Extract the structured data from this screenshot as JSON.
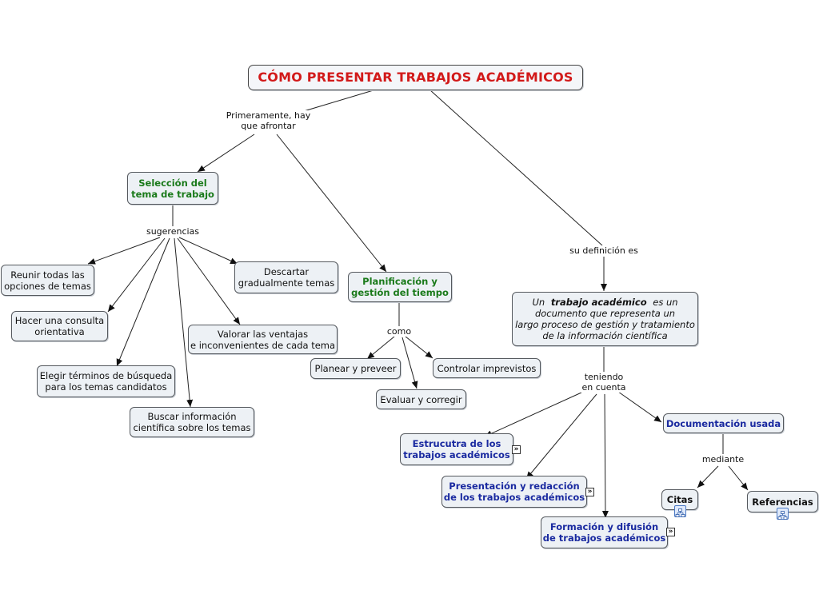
{
  "title": "CÓMO PRESENTAR TRABAJOS ACADÉMICOS",
  "phrases": {
    "primeramente": [
      "Primeramente, hay",
      "que afrontar"
    ],
    "sugerencias": "sugerencias",
    "como": "como",
    "definicion": "su definición es",
    "teniendo": [
      "teniendo",
      "en cuenta"
    ],
    "mediante": "mediante"
  },
  "nodes": {
    "seleccion": [
      "Selección del",
      "tema de trabajo"
    ],
    "planificacion": [
      "Planificación y",
      "gestión del tiempo"
    ],
    "reunir": [
      "Reunir todas las",
      "opciones de temas"
    ],
    "consulta": [
      "Hacer una consulta",
      "orientativa"
    ],
    "elegir": [
      "Elegir términos de búsqueda",
      "para los temas candidatos"
    ],
    "buscar": [
      "Buscar información",
      "científica sobre los temas"
    ],
    "descartar": [
      "Descartar",
      "gradualmente temas"
    ],
    "valorar": [
      "Valorar las ventajas",
      "e inconvenientes de cada tema"
    ],
    "planear": "Planear y preveer",
    "controlar": "Controlar imprevistos",
    "evaluar": "Evaluar y corregir",
    "definicion": {
      "prefix": "Un",
      "bold": "trabajo académico",
      "suffix": "es un",
      "line2": "documento que representa un",
      "line3": "largo proceso de gestión y tratamiento",
      "line4": "de la información científica"
    },
    "estructura": [
      "Estrucutra de los",
      "trabajos académicos"
    ],
    "presentacion": [
      "Presentación y redacción",
      "de los trabajos académicos"
    ],
    "formacion": [
      "Formación y difusión",
      "de trabajos académicos"
    ],
    "documentacion": "Documentación usada",
    "citas": "Citas",
    "referencias": "Referencias"
  },
  "icons": {
    "expand": "expand-arrows-icon",
    "resource": "resource-link-icon"
  },
  "colors": {
    "title": "#d21a1a",
    "green": "#1a7a1a",
    "blue": "#1a2aa0",
    "node_bg": "#edf1f5",
    "line": "#222222"
  }
}
